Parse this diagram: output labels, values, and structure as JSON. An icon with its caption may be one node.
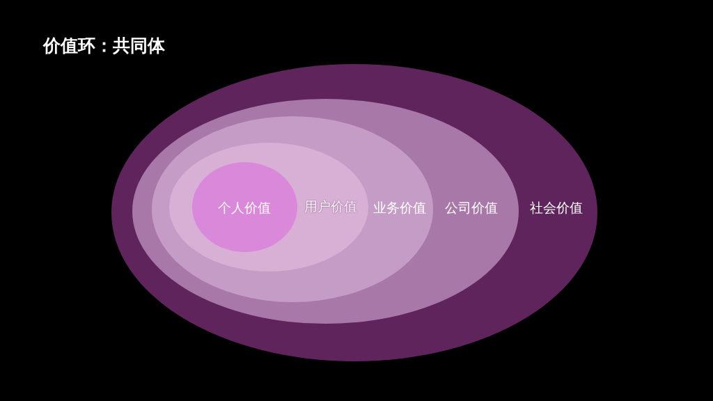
{
  "diagram": {
    "title": "价值环：共同体",
    "nodes": [
      {
        "text": [
          "社会价值"
        ]
      },
      {
        "text": [
          "公司价值"
        ],
        "in": 0
      },
      {
        "text": [
          "业务价值"
        ],
        "in": 1
      },
      {
        "text": [
          "用户价值"
        ],
        "in": 2
      },
      {
        "text": [
          "个人价值"
        ],
        "in": 3
      }
    ]
  }
}
